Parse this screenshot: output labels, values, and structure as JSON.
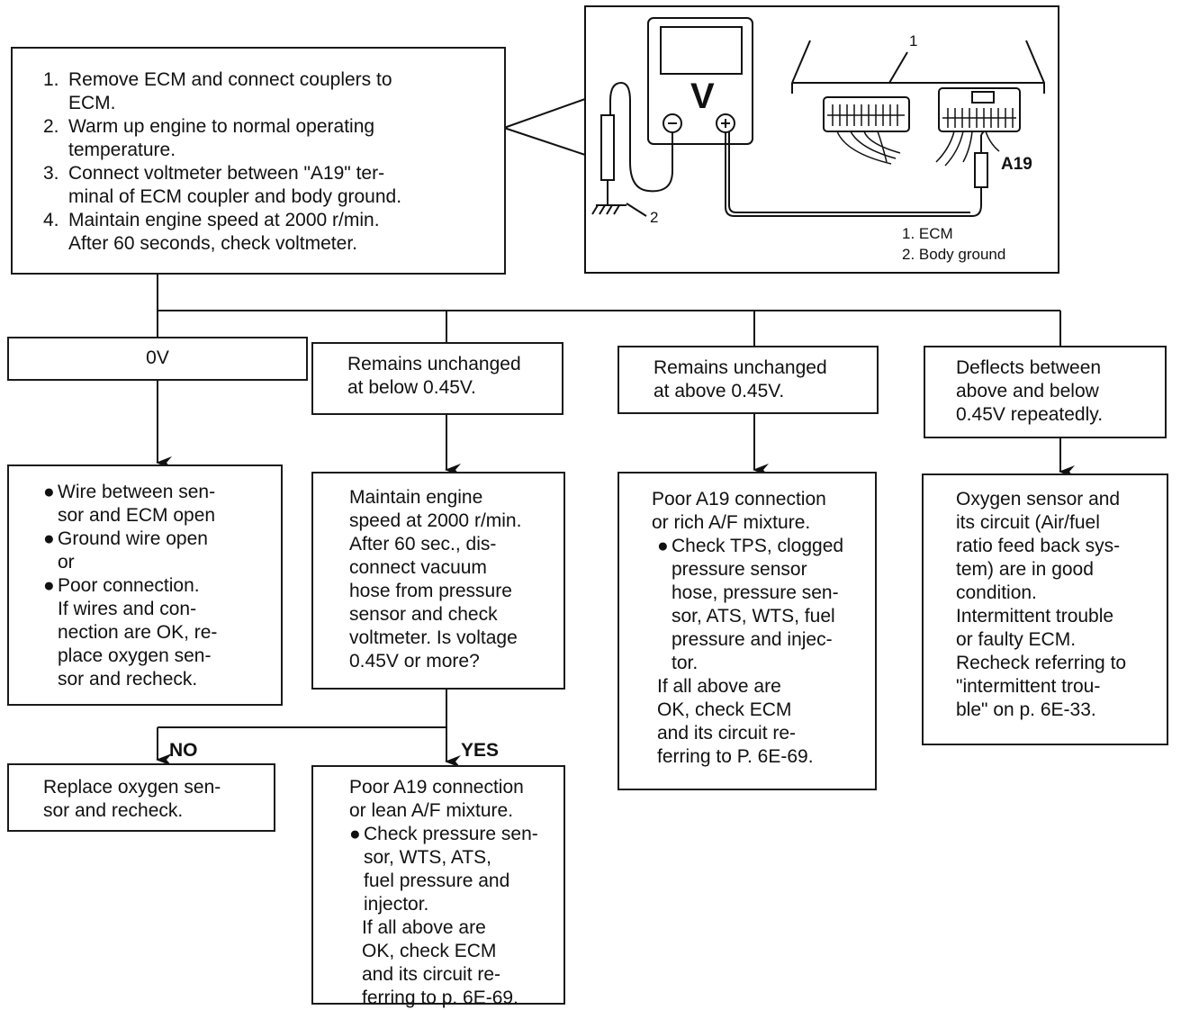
{
  "steps": [
    {
      "num": "1.",
      "text": "Remove ECM and connect couplers to\nECM."
    },
    {
      "num": "2.",
      "text": "Warm up engine to normal operating\ntemperature."
    },
    {
      "num": "3.",
      "text": "Connect voltmeter between \"A19\" ter-\nminal of ECM coupler and body ground."
    },
    {
      "num": "4.",
      "text": "Maintain engine speed at 2000 r/min.\nAfter 60 seconds, check voltmeter."
    }
  ],
  "illustration": {
    "meter_symbol": "V",
    "minus_symbol": "⊖",
    "plus_symbol": "⊕",
    "callout_1": "1",
    "callout_2": "2",
    "terminal": "A19",
    "legend_1": "1.  ECM",
    "legend_2": "2.  Body ground"
  },
  "results": {
    "r1": "0V",
    "r2": "Remains unchanged\nat below 0.45V.",
    "r3": "Remains unchanged\nat above 0.45V.",
    "r4": "Deflects     between\nabove   and   below\n0.45V repeatedly."
  },
  "diag_0v": {
    "items": [
      "Wire between sen-\nsor and ECM open",
      "Ground wire open\nor",
      "Poor connection.\nIf wires and con-\nnection are OK, re-\nplace oxygen sen-\nsor and recheck."
    ],
    "bullet": "●"
  },
  "diag_below": "Maintain         engine\nspeed at 2000 r/min.\nAfter 60 sec., dis-\nconnect        vacuum\nhose from pressure\nsensor  and  check\nvoltmeter. Is voltage\n0.45V or more?",
  "diag_above": {
    "head": "Poor A19 connection\nor rich A/F mixture.",
    "bullet_text": "Check TPS, clogged\npressure       sensor\nhose, pressure sen-\nsor, ATS, WTS, fuel\npressure and injec-\ntor.",
    "tail": "If   all   above   are\nOK,   check   ECM\nand its circuit re-\nferring to P. 6E-69.",
    "bullet": "●"
  },
  "diag_deflect": "Oxygen  sensor  and\nits  circuit  (Air/fuel\nratio feed back sys-\ntem)  are  in  good\ncondition.\nIntermittent trouble\nor faulty ECM.\nRecheck referring to\n\"intermittent   trou-\nble\" on p. 6E-33.",
  "branch": {
    "no_label": "NO",
    "yes_label": "YES",
    "no_result": "Replace oxygen sen-\nsor and recheck.",
    "yes_head": "Poor A19 connection\nor lean A/F mixture.",
    "yes_bullet_text": "Check pressure sen-\nsor, WTS, ATS,\nfuel  pressure  and\ninjector.",
    "yes_tail": "If   all   above   are\nOK,   check   ECM\nand its circuit re-\nferring to p. 6E-69.",
    "bullet": "●"
  }
}
